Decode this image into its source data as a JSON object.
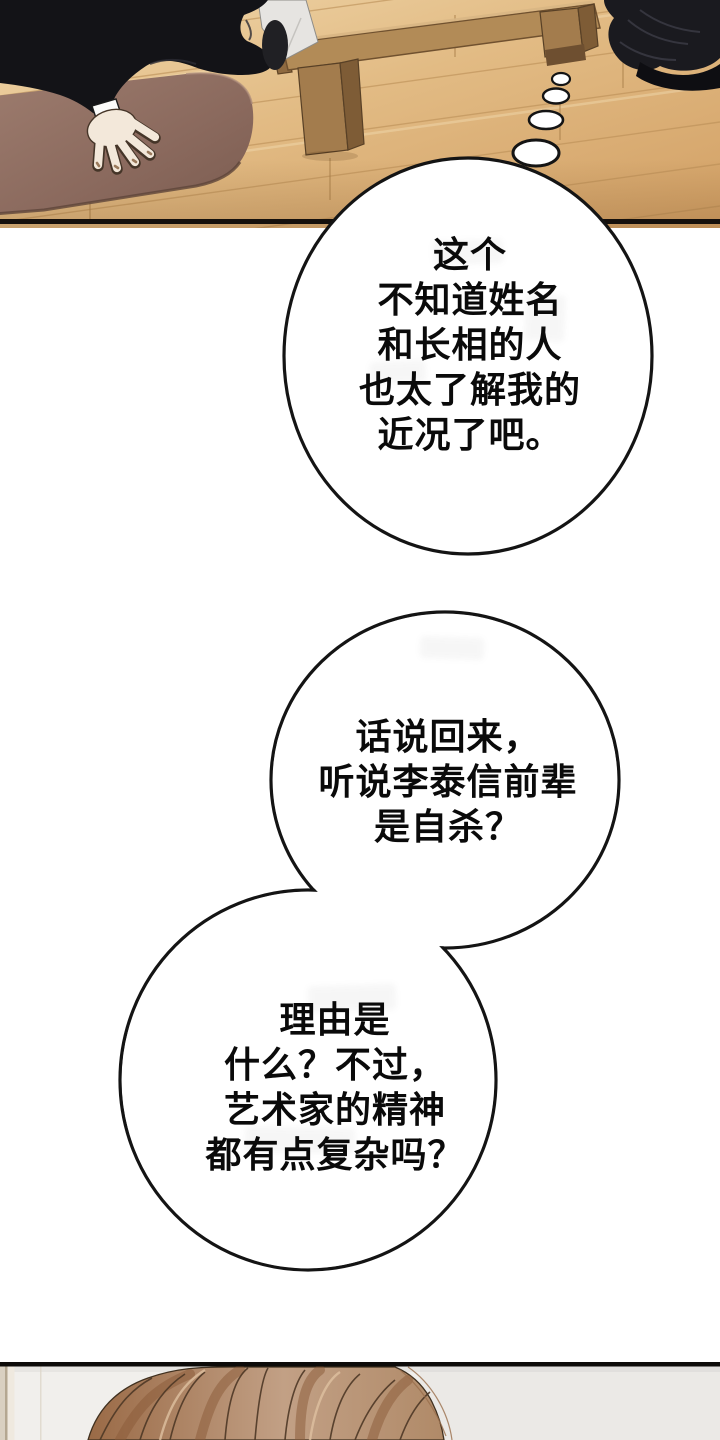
{
  "page": {
    "type": "webtoon-comic-page",
    "background": "#ffffff"
  },
  "panels": [
    {
      "name": "room-scene",
      "description": "person in black kneeling on a mauve mat, hand on mat, low wooden bench and dark clothes on a light wood floor"
    },
    {
      "name": "head-scene",
      "description": "top of a light-brown-haired head against a pale wall"
    }
  ],
  "bubbles": [
    {
      "name": "thought-bubble-1",
      "lines": [
        "这个",
        "不知道姓名",
        "和长相的人",
        "也太了解我的",
        "近况了吧。"
      ]
    },
    {
      "name": "thought-bubble-2",
      "lines": [
        "话说回来，",
        "听说李泰信前辈",
        "是自杀？"
      ]
    },
    {
      "name": "thought-bubble-3",
      "lines": [
        "理由是",
        "什么？不过，",
        "艺术家的精神",
        "都有点复杂吗？"
      ]
    }
  ],
  "colors": {
    "floor_light": "#f0d7ab",
    "floor_mid": "#e2bb84",
    "floor_dark": "#d2a065",
    "plank_seam": "#bb8f57",
    "mat": "#8d6c60",
    "bench_wood": "#b28b57",
    "bench_wood_dark": "#7e5c36",
    "clothing_black": "#131317",
    "skin": "#f3e8da",
    "paper": "#e6e4e1",
    "bubble_outline": "#141414",
    "bubble_fill": "#ffffff",
    "panel_border": "#15100c",
    "wall": "#f1efec",
    "hair_dark": "#9a6a46",
    "hair_light": "#c2a085"
  }
}
